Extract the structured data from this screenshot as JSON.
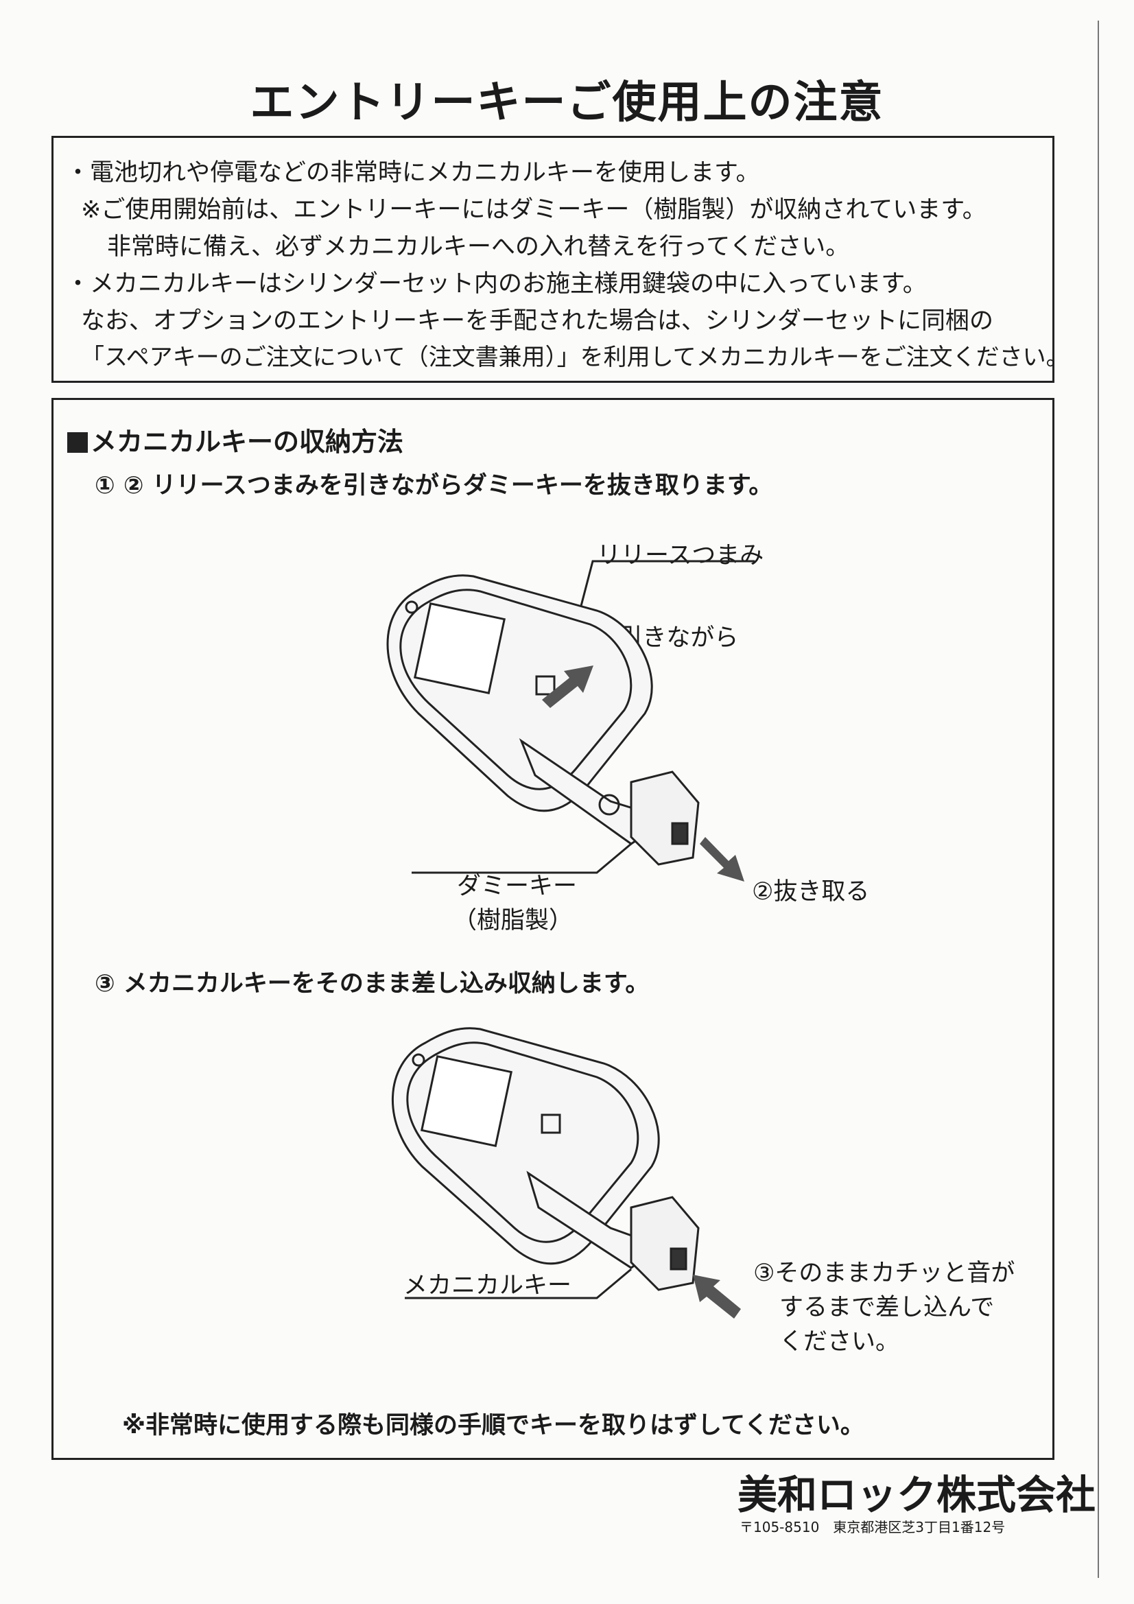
{
  "title": "エントリーキーご使用上の注意",
  "notice": {
    "lines": [
      "・電池切れや停電などの非常時にメカニカルキーを使用します。",
      "※ご使用開始前は、エントリーキーにはダミーキー（樹脂製）が収納されています。",
      "非常時に備え、必ずメカニカルキーへの入れ替えを行ってください。",
      "・メカニカルキーはシリンダーセット内のお施主様用鍵袋の中に入っています。",
      "なお、オプションのエントリーキーを手配された場合は、シリンダーセットに同梱の",
      "「スペアキーのご注文について（注文書兼用）」を利用してメカニカルキーをご注文ください。"
    ]
  },
  "section": {
    "heading": "メカニカルキーの収納方法",
    "step1": "① ② リリースつまみを引きながらダミーキーを抜き取ります。",
    "fig1": {
      "release_knob": "リリースつまみ",
      "pull": "①引きながら",
      "dummy_key": "ダミーキー",
      "dummy_material": "（樹脂製）",
      "remove": "②抜き取る"
    },
    "step3": "③ メカニカルキーをそのまま差し込み収納します。",
    "fig2": {
      "mechanical_key": "メカニカルキー",
      "insert_line1": "③そのままカチッと音が",
      "insert_line2": "するまで差し込んで",
      "insert_line3": "ください。"
    },
    "footnote": "※非常時に使用する際も同様の手順でキーを取りはずしてください。"
  },
  "company": {
    "name": "美和ロック株式会社",
    "address": "〒105-8510　東京都港区芝3丁目1番12号"
  }
}
